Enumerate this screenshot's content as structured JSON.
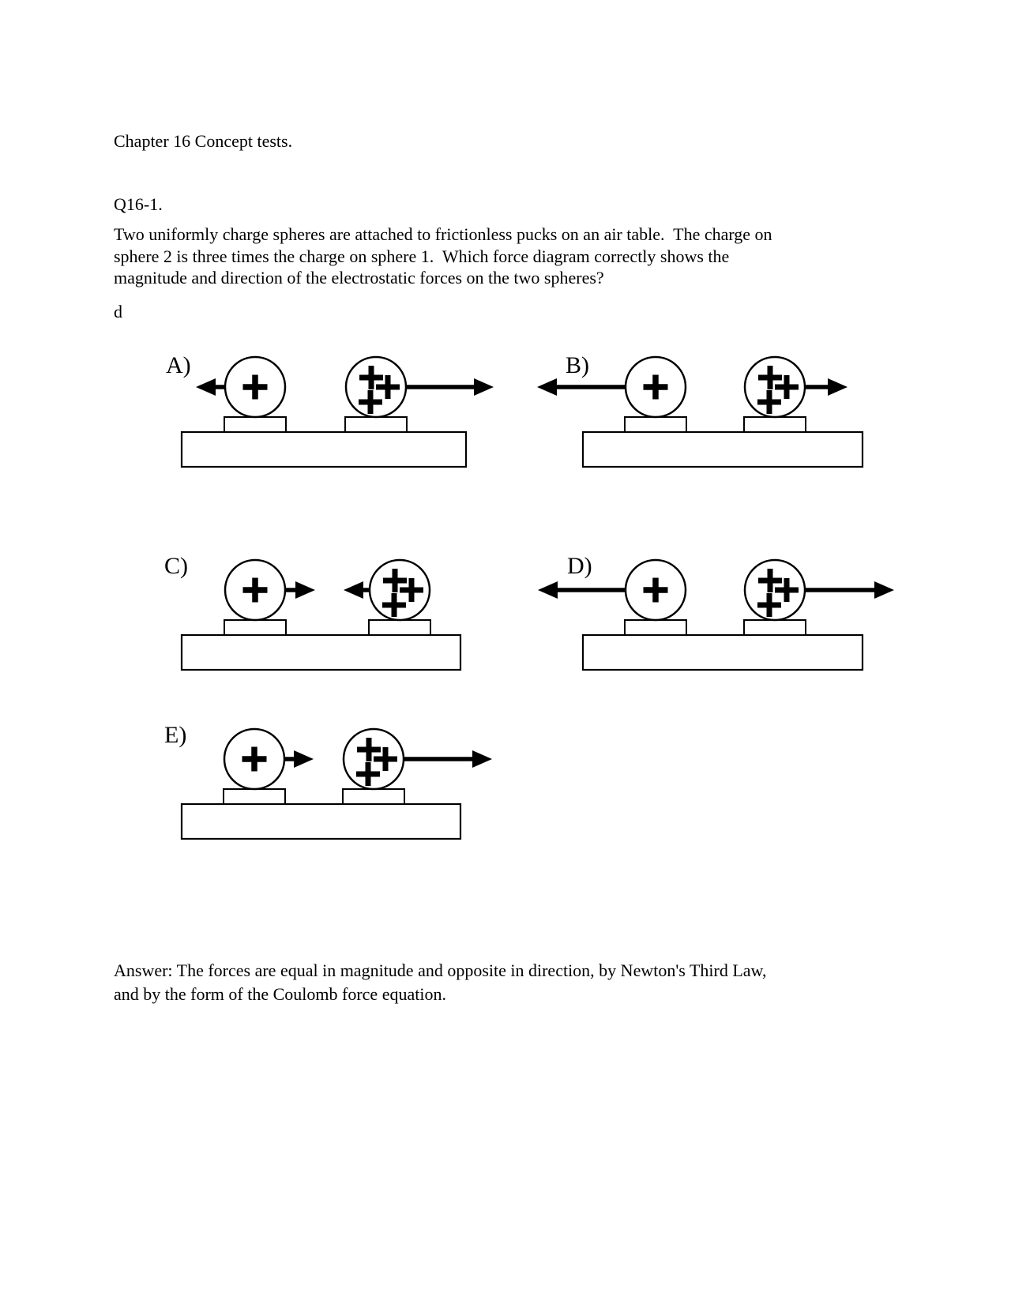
{
  "page": {
    "title": "Chapter 16 Concept tests.",
    "question_number": "Q16-1.",
    "question_lines": [
      "Two uniformly charge spheres are attached to frictionless pucks on an air table.  The charge on",
      "sphere 2 is three times the charge on sphere 1.  Which force diagram correctly shows the",
      "magnitude and direction of the electrostatic forces on the two spheres?"
    ],
    "stray_text": "d",
    "answer_lines": [
      "Answer: The forces are equal in magnitude and opposite in direction, by Newton's Third Law,",
      "and by the form of the Coulomb force equation."
    ]
  },
  "diagrams": [
    {
      "label": "A)",
      "sphere1": {
        "charge_symbols": [
          "+"
        ],
        "force": {
          "direction": "left",
          "magnitude": "short"
        }
      },
      "sphere2": {
        "charge_symbols": [
          "+",
          "+",
          "+"
        ],
        "force": {
          "direction": "right",
          "magnitude": "long"
        }
      }
    },
    {
      "label": "B)",
      "sphere1": {
        "charge_symbols": [
          "+"
        ],
        "force": {
          "direction": "left",
          "magnitude": "long"
        }
      },
      "sphere2": {
        "charge_symbols": [
          "+",
          "+",
          "+"
        ],
        "force": {
          "direction": "right",
          "magnitude": "short"
        }
      }
    },
    {
      "label": "C)",
      "sphere1": {
        "charge_symbols": [
          "+"
        ],
        "force": {
          "direction": "right",
          "magnitude": "short"
        }
      },
      "sphere2": {
        "charge_symbols": [
          "+",
          "+",
          "+"
        ],
        "force": {
          "direction": "left",
          "magnitude": "short"
        }
      }
    },
    {
      "label": "D)",
      "sphere1": {
        "charge_symbols": [
          "+"
        ],
        "force": {
          "direction": "left",
          "magnitude": "long"
        }
      },
      "sphere2": {
        "charge_symbols": [
          "+",
          "+",
          "+"
        ],
        "force": {
          "direction": "right",
          "magnitude": "long"
        }
      }
    },
    {
      "label": "E)",
      "sphere1": {
        "charge_symbols": [
          "+"
        ],
        "force": {
          "direction": "right",
          "magnitude": "short"
        }
      },
      "sphere2": {
        "charge_symbols": [
          "+",
          "+",
          "+"
        ],
        "force": {
          "direction": "right",
          "magnitude": "long"
        }
      }
    }
  ],
  "colors": {
    "ink": "#000000",
    "background": "#ffffff"
  }
}
